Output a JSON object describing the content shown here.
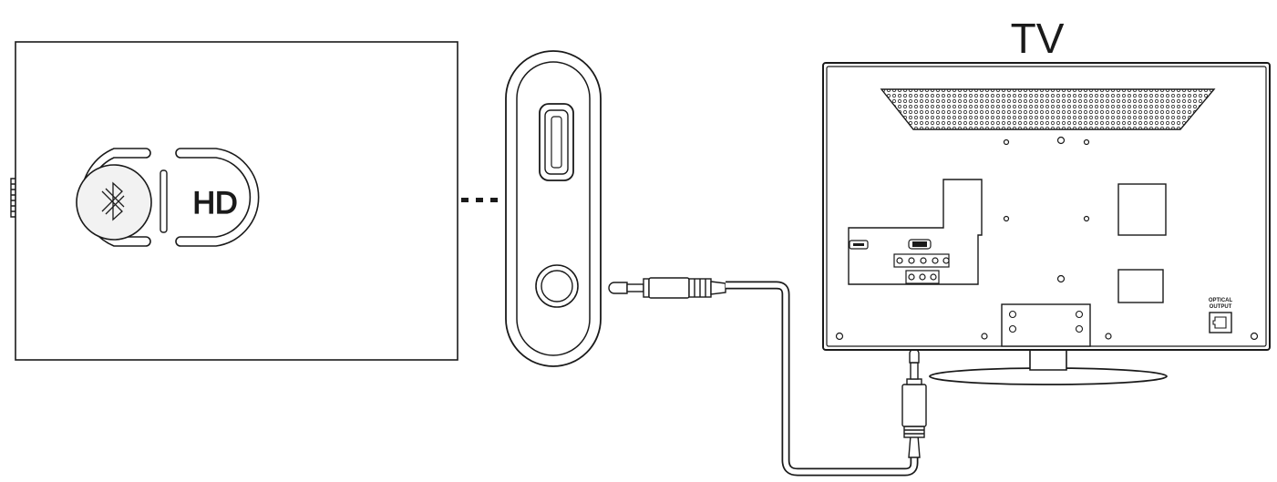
{
  "diagram": {
    "tv_label": "TV",
    "hd_label": "HD",
    "optical_label_line1": "OPTICAL",
    "optical_label_line2": "OUTPUT"
  },
  "icons": {
    "bluetooth": "bluetooth-icon",
    "optical_port": "optical-port-icon"
  },
  "colors": {
    "stroke": "#1a1a1a",
    "background": "#ffffff",
    "fill_light": "#f2f2f2"
  }
}
